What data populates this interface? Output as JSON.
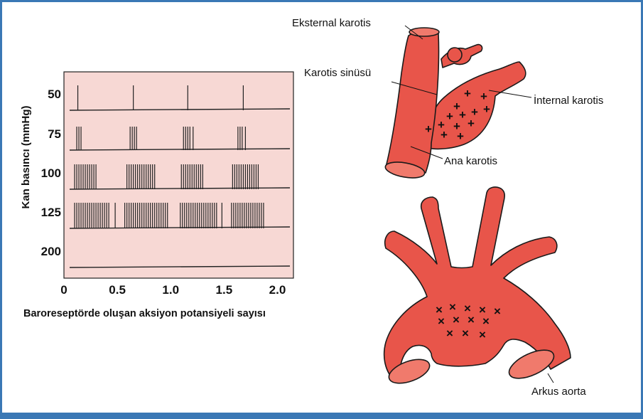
{
  "colors": {
    "frame": "#3a78b5",
    "plot_background": "#f7d8d4",
    "vessel": "#e8554a",
    "trace": "#222222"
  },
  "chart_data": {
    "type": "line",
    "xlabel": "Baroreseptörde oluşan aksiyon potansiyeli sayısı",
    "ylabel": "Kan basıncı (mmHg)",
    "x_ticks": [
      "0",
      "0.5",
      "1.0",
      "1.5",
      "2.0"
    ],
    "xlim": [
      0,
      2.15
    ],
    "y_categories": [
      "50",
      "75",
      "100",
      "125",
      "200"
    ],
    "series": [
      {
        "name": "50",
        "spikes": [
          0.13,
          0.65,
          1.16,
          1.68
        ]
      },
      {
        "name": "75",
        "spikes": [
          0.12,
          0.14,
          0.16,
          0.62,
          0.64,
          0.66,
          0.68,
          1.12,
          1.14,
          1.16,
          1.18,
          1.21,
          1.63,
          1.65,
          1.67,
          1.7
        ]
      },
      {
        "name": "100",
        "spikes": [
          0.1,
          0.12,
          0.14,
          0.16,
          0.18,
          0.2,
          0.22,
          0.24,
          0.26,
          0.28,
          0.3,
          0.59,
          0.61,
          0.63,
          0.65,
          0.67,
          0.69,
          0.71,
          0.73,
          0.75,
          0.77,
          0.79,
          0.81,
          0.83,
          0.85,
          1.1,
          1.12,
          1.14,
          1.16,
          1.18,
          1.2,
          1.22,
          1.24,
          1.26,
          1.28,
          1.3,
          1.58,
          1.6,
          1.62,
          1.64,
          1.66,
          1.68,
          1.7,
          1.72,
          1.74,
          1.76,
          1.78,
          1.8,
          1.82
        ]
      },
      {
        "name": "125",
        "spikes": [
          0.1,
          0.12,
          0.14,
          0.16,
          0.18,
          0.2,
          0.22,
          0.24,
          0.26,
          0.28,
          0.3,
          0.32,
          0.34,
          0.36,
          0.38,
          0.4,
          0.42,
          0.48,
          0.57,
          0.59,
          0.61,
          0.63,
          0.65,
          0.67,
          0.69,
          0.71,
          0.73,
          0.75,
          0.77,
          0.79,
          0.81,
          0.83,
          0.85,
          0.87,
          0.89,
          0.91,
          0.93,
          0.95,
          0.97,
          1.09,
          1.11,
          1.13,
          1.15,
          1.17,
          1.19,
          1.21,
          1.23,
          1.25,
          1.27,
          1.29,
          1.31,
          1.33,
          1.35,
          1.37,
          1.39,
          1.41,
          1.43,
          1.48,
          1.57,
          1.59,
          1.61,
          1.63,
          1.65,
          1.67,
          1.69,
          1.71,
          1.73,
          1.75,
          1.77,
          1.79,
          1.81,
          1.83,
          1.85,
          1.87
        ]
      },
      {
        "name": "200",
        "spikes": []
      }
    ]
  },
  "diagram": {
    "labels": {
      "external_carotid": "Eksternal karotis",
      "carotid_sinus": "Karotis sinüsü",
      "internal_carotid": "İnternal karotis",
      "common_carotid": "Ana karotis",
      "aortic_arch": "Arkus aorta"
    },
    "carotid_marker": "+",
    "aortic_marker": "×"
  }
}
